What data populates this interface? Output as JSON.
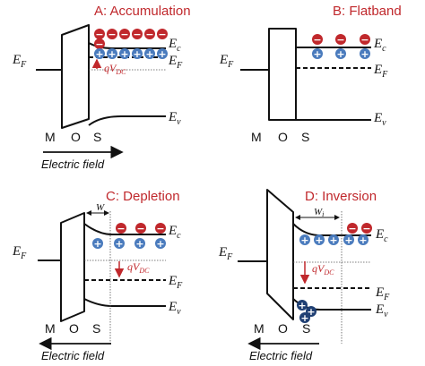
{
  "colors": {
    "title": "#c0282c",
    "electron": "#c0282c",
    "hole": "#4a7bbd",
    "hole_dark": "#1f3f73",
    "arrow": "#c0282c"
  },
  "common": {
    "ef_base": "E",
    "ef_sub": "F",
    "ec_base": "E",
    "ec_sub": "c",
    "ev_base": "E",
    "ev_sub": "v",
    "layer_m": "M",
    "layer_o": "O",
    "layer_s": "S",
    "field_label": "Electric field",
    "q_prefix": "qV",
    "q_sub": "DC",
    "minus": "−",
    "plus": "+"
  },
  "panels": [
    {
      "id": "a",
      "title": "A: Accumulation"
    },
    {
      "id": "b",
      "title": "B: Flatband"
    },
    {
      "id": "c",
      "title": "C: Depletion",
      "width_label": "W"
    },
    {
      "id": "d",
      "title": "D: Inversion",
      "width_base": "W",
      "width_sub": "i"
    }
  ]
}
